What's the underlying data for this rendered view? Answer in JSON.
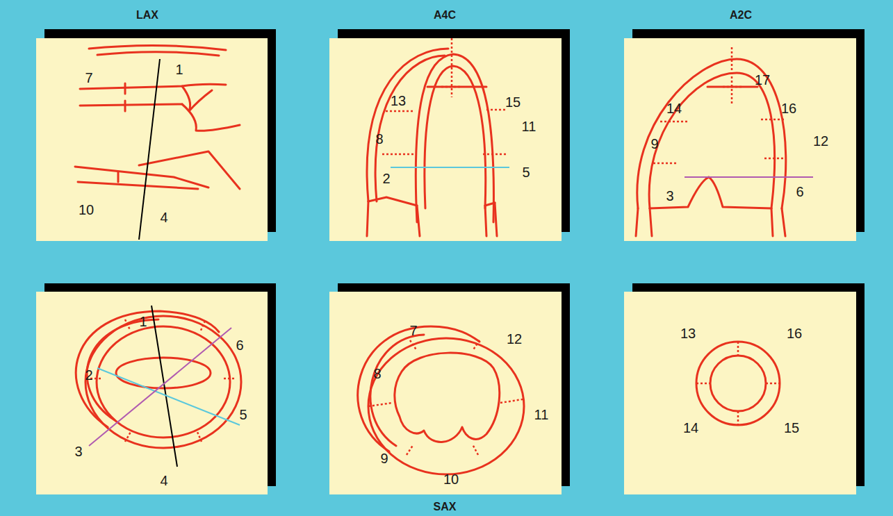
{
  "diagram": {
    "labels": [
      "LAX",
      "A4C",
      "A2C",
      "7",
      "1",
      "10",
      "4",
      "13",
      "15",
      "8",
      "11",
      "2",
      "5",
      "17",
      "14",
      "16",
      "9",
      "12",
      "3",
      "6",
      "1",
      "6",
      "2",
      "5",
      "3",
      "4",
      "7",
      "12",
      "8",
      "11",
      "9",
      "10",
      "13",
      "16",
      "14",
      "15",
      "SAX"
    ]
  }
}
